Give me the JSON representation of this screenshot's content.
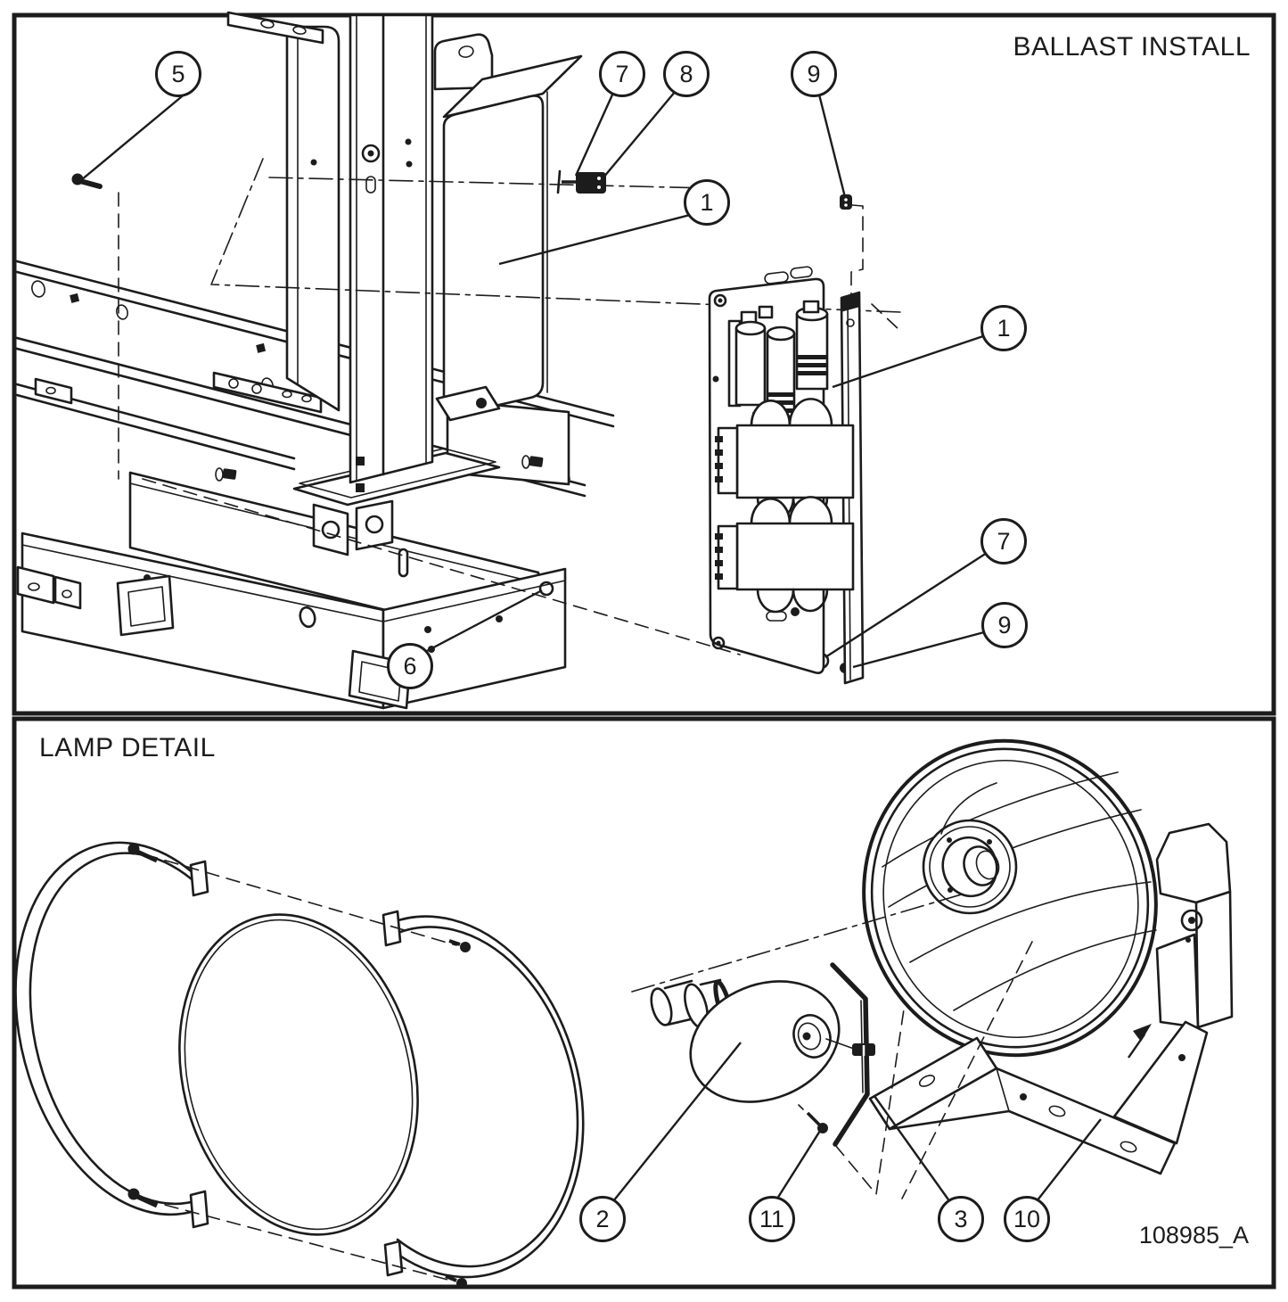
{
  "titles": {
    "top_panel": "BALLAST INSTALL",
    "bottom_panel": "LAMP DETAIL"
  },
  "drawing_number": "108985_A",
  "colors": {
    "line": "#1c1c1c",
    "background": "#ffffff"
  },
  "callouts": [
    {
      "number": "5"
    },
    {
      "number": "7"
    },
    {
      "number": "8"
    },
    {
      "number": "9"
    },
    {
      "number": "1"
    },
    {
      "number": "1"
    },
    {
      "number": "7"
    },
    {
      "number": "9"
    },
    {
      "number": "6"
    },
    {
      "number": "2"
    },
    {
      "number": "11"
    },
    {
      "number": "3"
    },
    {
      "number": "10"
    }
  ]
}
